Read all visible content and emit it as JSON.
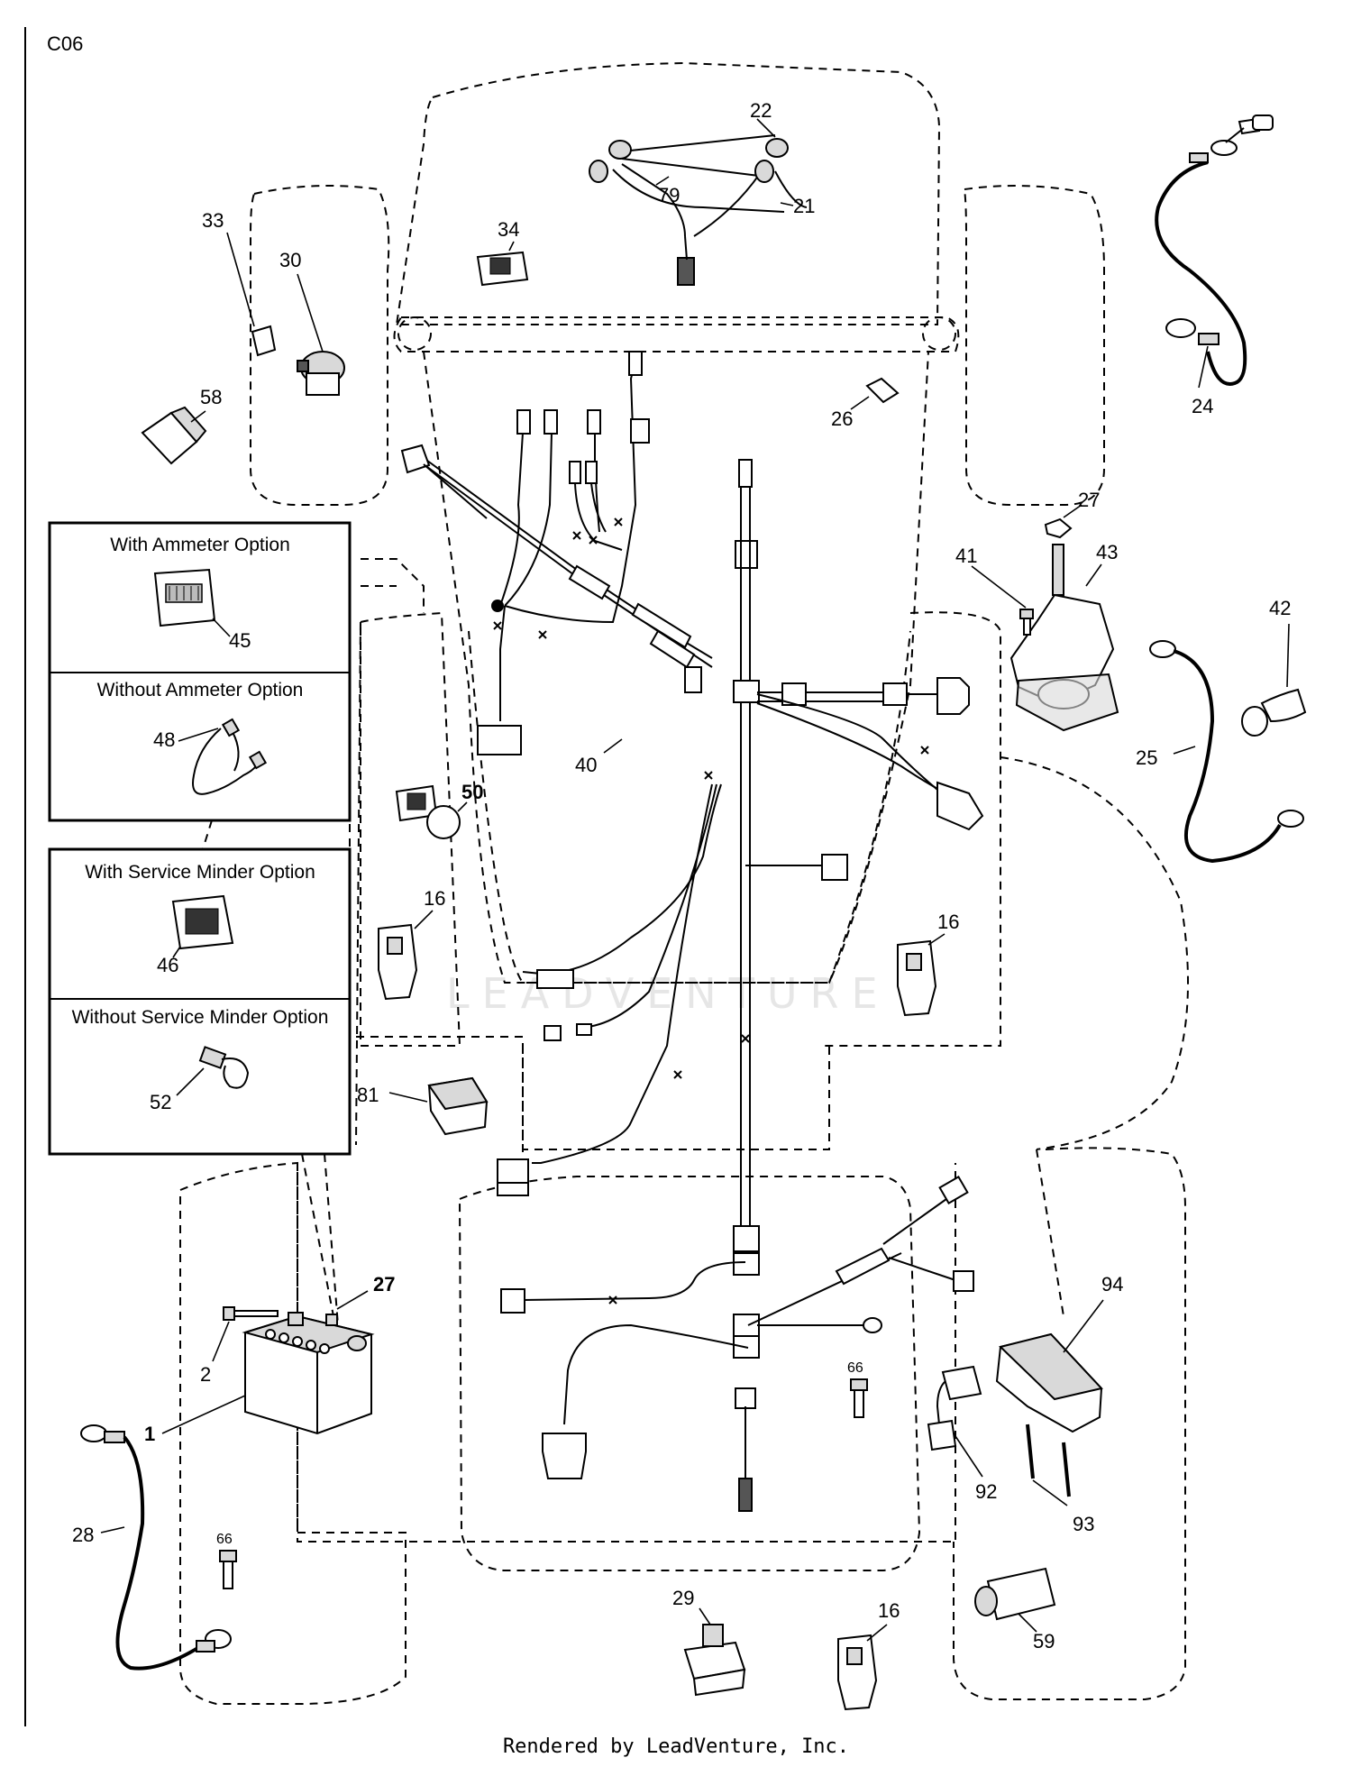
{
  "diagram_code": "C06",
  "footer": "Rendered by LeadVenture, Inc.",
  "watermark": "LEADVENTURE",
  "option_boxes": {
    "ammeter_with": "With Ammeter Option",
    "ammeter_without": "Without Ammeter Option",
    "service_with": "With Service Minder Option",
    "service_without": "Without Service Minder Option"
  },
  "callouts": {
    "c1": "1",
    "c2": "2",
    "c16a": "16",
    "c16b": "16",
    "c16c": "16",
    "c21": "21",
    "c22": "22",
    "c24": "24",
    "c25": "25",
    "c26": "26",
    "c27a": "27",
    "c27b": "27",
    "c28": "28",
    "c29": "29",
    "c30": "30",
    "c33": "33",
    "c34": "34",
    "c40": "40",
    "c41": "41",
    "c42": "42",
    "c43": "43",
    "c45": "45",
    "c46": "46",
    "c48": "48",
    "c50": "50",
    "c52": "52",
    "c58": "58",
    "c59": "59",
    "c66a": "66",
    "c66b": "66",
    "c79": "79",
    "c81": "81",
    "c92": "92",
    "c93": "93",
    "c94": "94"
  }
}
